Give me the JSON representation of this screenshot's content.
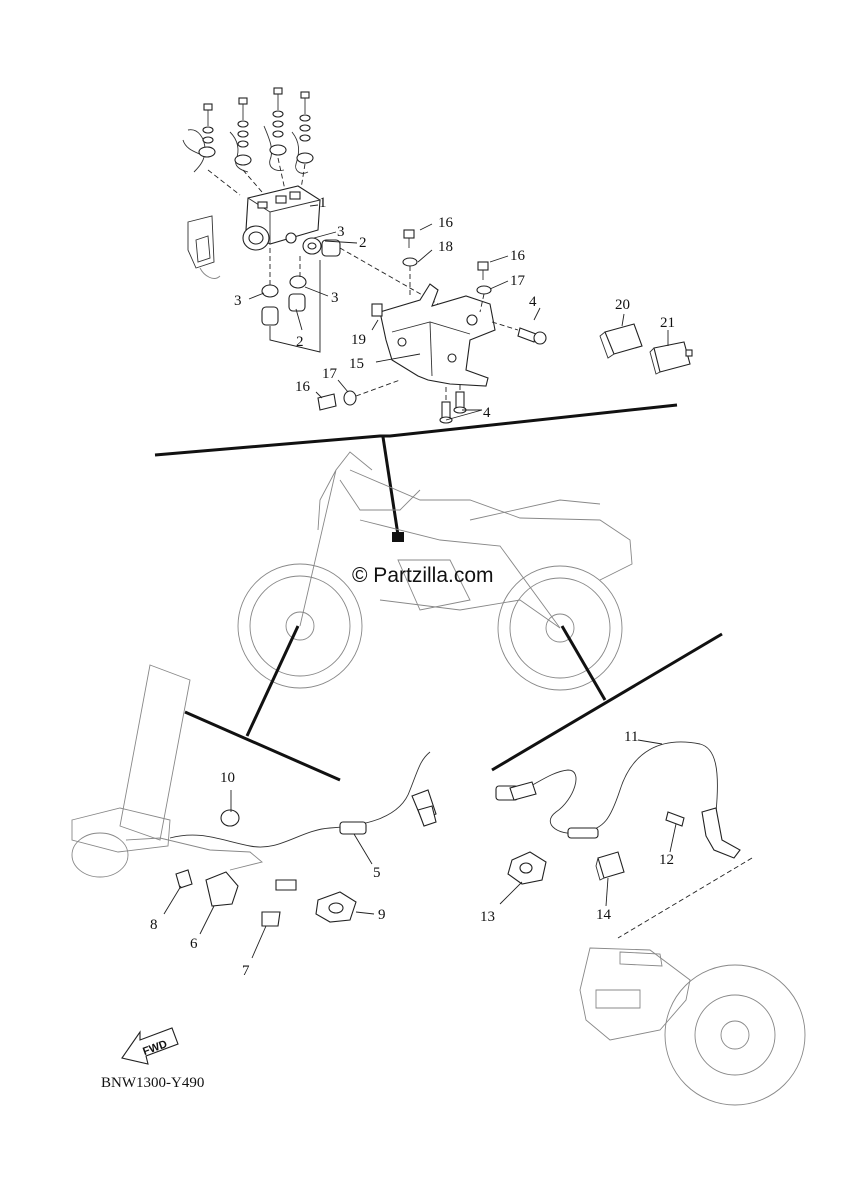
{
  "diagram": {
    "watermark": "© Partzilla.com",
    "diagram_code": "BNW1300-Y490",
    "fwd_label": "FWD",
    "callouts": [
      {
        "id": "c1",
        "text": "1"
      },
      {
        "id": "c2a",
        "text": "2"
      },
      {
        "id": "c2b",
        "text": "2"
      },
      {
        "id": "c3a",
        "text": "3"
      },
      {
        "id": "c3b",
        "text": "3"
      },
      {
        "id": "c3c",
        "text": "3"
      },
      {
        "id": "c4a",
        "text": "4"
      },
      {
        "id": "c4b",
        "text": "4"
      },
      {
        "id": "c5",
        "text": "5"
      },
      {
        "id": "c6",
        "text": "6"
      },
      {
        "id": "c7",
        "text": "7"
      },
      {
        "id": "c8",
        "text": "8"
      },
      {
        "id": "c9",
        "text": "9"
      },
      {
        "id": "c10",
        "text": "10"
      },
      {
        "id": "c11",
        "text": "11"
      },
      {
        "id": "c12",
        "text": "12"
      },
      {
        "id": "c13",
        "text": "13"
      },
      {
        "id": "c14",
        "text": "14"
      },
      {
        "id": "c15",
        "text": "15"
      },
      {
        "id": "c16a",
        "text": "16"
      },
      {
        "id": "c16b",
        "text": "16"
      },
      {
        "id": "c16c",
        "text": "16"
      },
      {
        "id": "c17a",
        "text": "17"
      },
      {
        "id": "c17b",
        "text": "17"
      },
      {
        "id": "c18",
        "text": "18"
      },
      {
        "id": "c19",
        "text": "19"
      },
      {
        "id": "c20",
        "text": "20"
      },
      {
        "id": "c21",
        "text": "21"
      }
    ]
  }
}
